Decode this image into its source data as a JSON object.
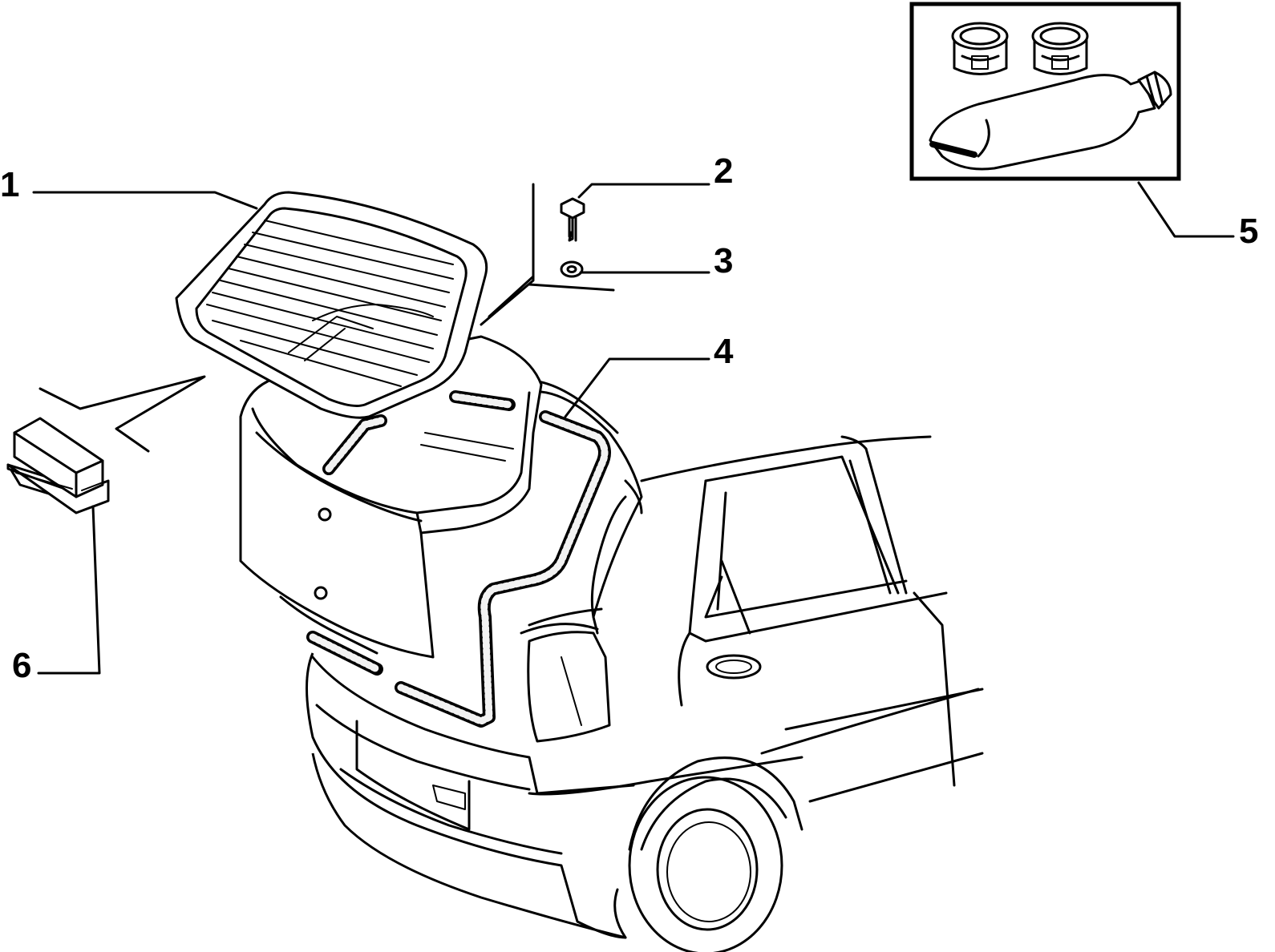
{
  "diagram": {
    "callouts": [
      {
        "id": "1",
        "label": "1"
      },
      {
        "id": "2",
        "label": "2"
      },
      {
        "id": "3",
        "label": "3"
      },
      {
        "id": "4",
        "label": "4"
      },
      {
        "id": "5",
        "label": "5"
      },
      {
        "id": "6",
        "label": "6"
      }
    ],
    "parts": [
      "rear-window-glass",
      "screw",
      "nut",
      "window-seal",
      "adhesive-kit",
      "spacer-block"
    ]
  }
}
